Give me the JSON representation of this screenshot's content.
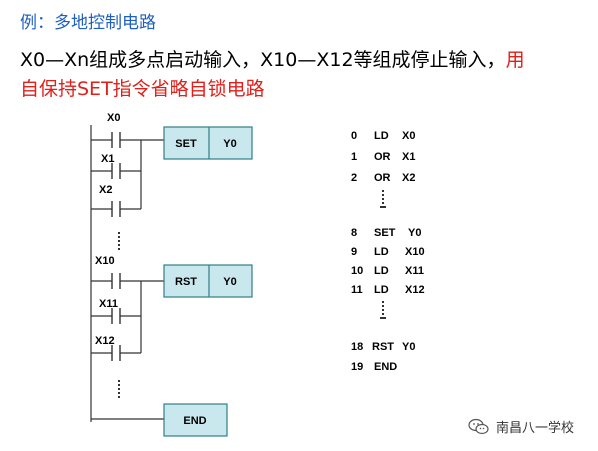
{
  "header": {
    "title": "例：多地控制电路",
    "desc_line1_black": "X0—Xn组成多点启动输入，X10—X12等组成停止输入，",
    "desc_line1_red": "用",
    "desc_line2": "自保持SET指令省略自锁电路"
  },
  "ladder": {
    "contacts": [
      "X0",
      "X1",
      "X2",
      "X10",
      "X11",
      "X12"
    ],
    "coils": [
      {
        "op": "SET",
        "target": "Y0"
      },
      {
        "op": "RST",
        "target": "Y0"
      }
    ],
    "end_label": "END"
  },
  "program": {
    "lines": [
      {
        "step": "0",
        "instr": "LD",
        "operand": "X0"
      },
      {
        "step": "1",
        "instr": "OR",
        "operand": "X1"
      },
      {
        "step": "2",
        "instr": "OR",
        "operand": "X2"
      },
      {
        "step": "8",
        "instr": "SET",
        "operand": "Y0"
      },
      {
        "step": "9",
        "instr": "LD",
        "operand": "X10"
      },
      {
        "step": "10",
        "instr": "LD",
        "operand": "X11"
      },
      {
        "step": "11",
        "instr": "LD",
        "operand": "X12"
      },
      {
        "step": "18",
        "instr": "RST",
        "operand": "Y0"
      },
      {
        "step": "19",
        "instr": "END",
        "operand": ""
      }
    ]
  },
  "watermark": {
    "text": "南昌八一学校",
    "icon": "wechat-icon"
  },
  "colors": {
    "title": "#1f5fbf",
    "red": "#e0201a",
    "box_fill": "#c9e8ee",
    "box_stroke": "#2e7f86"
  }
}
